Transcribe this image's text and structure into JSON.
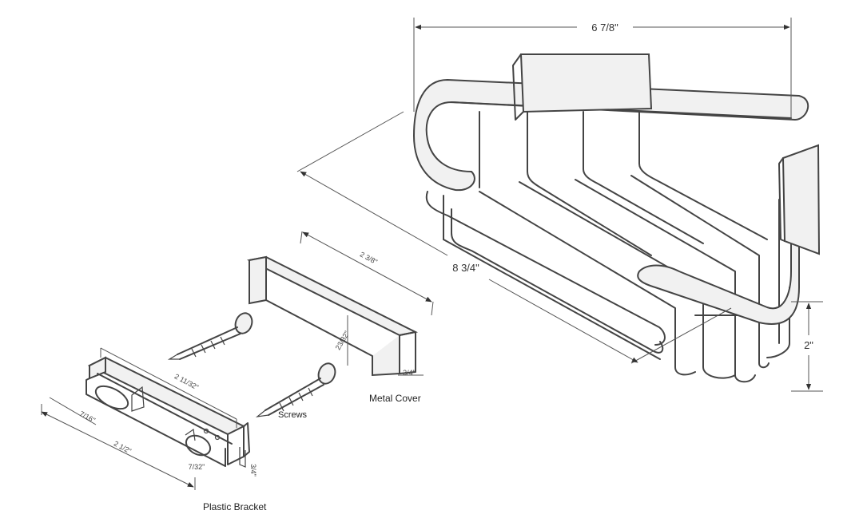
{
  "basket": {
    "width_label": "6 7/8\"",
    "depth_label": "8 3/4\"",
    "height_label": "2\""
  },
  "metal_cover": {
    "label": "Metal Cover",
    "length_label": "2 3/8\"",
    "height_label": "23/32\"",
    "width_label": "3/4\""
  },
  "screws": {
    "label": "Screws"
  },
  "plastic_bracket": {
    "label": "Plastic Bracket",
    "inner_length_label": "2 11/32\"",
    "slot_label": "7/16\"",
    "length_label": "2 1/2\"",
    "slot_width_label": "7/32\"",
    "height_label": "3/4\""
  }
}
